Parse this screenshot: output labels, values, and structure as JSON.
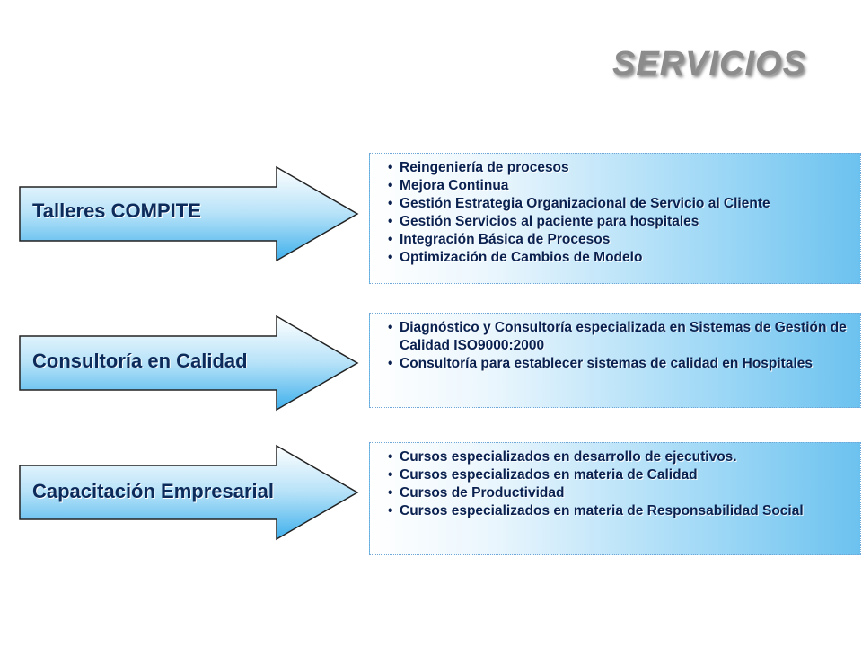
{
  "title": "SERVICIOS",
  "sections": [
    {
      "label": "Talleres COMPITE",
      "items": [
        "Reingeniería de procesos",
        "Mejora Continua",
        "Gestión Estrategia Organizacional de Servicio al Cliente",
        "Gestión Servicios al paciente para hospitales",
        "Integración Básica de Procesos",
        "Optimización de Cambios de Modelo"
      ]
    },
    {
      "label": "Consultoría en Calidad",
      "items": [
        "Diagnóstico y Consultoría especializada en Sistemas de Gestión de Calidad ISO9000:2000",
        "Consultoría para establecer sistemas de calidad en Hospitales"
      ]
    },
    {
      "label": "Capacitación Empresarial",
      "items": [
        "Cursos especializados en desarrollo de ejecutivos.",
        "Cursos especializados en materia de Calidad",
        "Cursos de Productividad",
        "Cursos especializados en materia de Responsabilidad Social"
      ]
    }
  ],
  "bullet": "•",
  "colors": {
    "arrow_gradient_start": "#ffffff",
    "arrow_gradient_end": "#3fb0ec",
    "box_gradient_end": "#6cc2ef",
    "text": "#0a2150",
    "title": "#8c8c8c"
  }
}
